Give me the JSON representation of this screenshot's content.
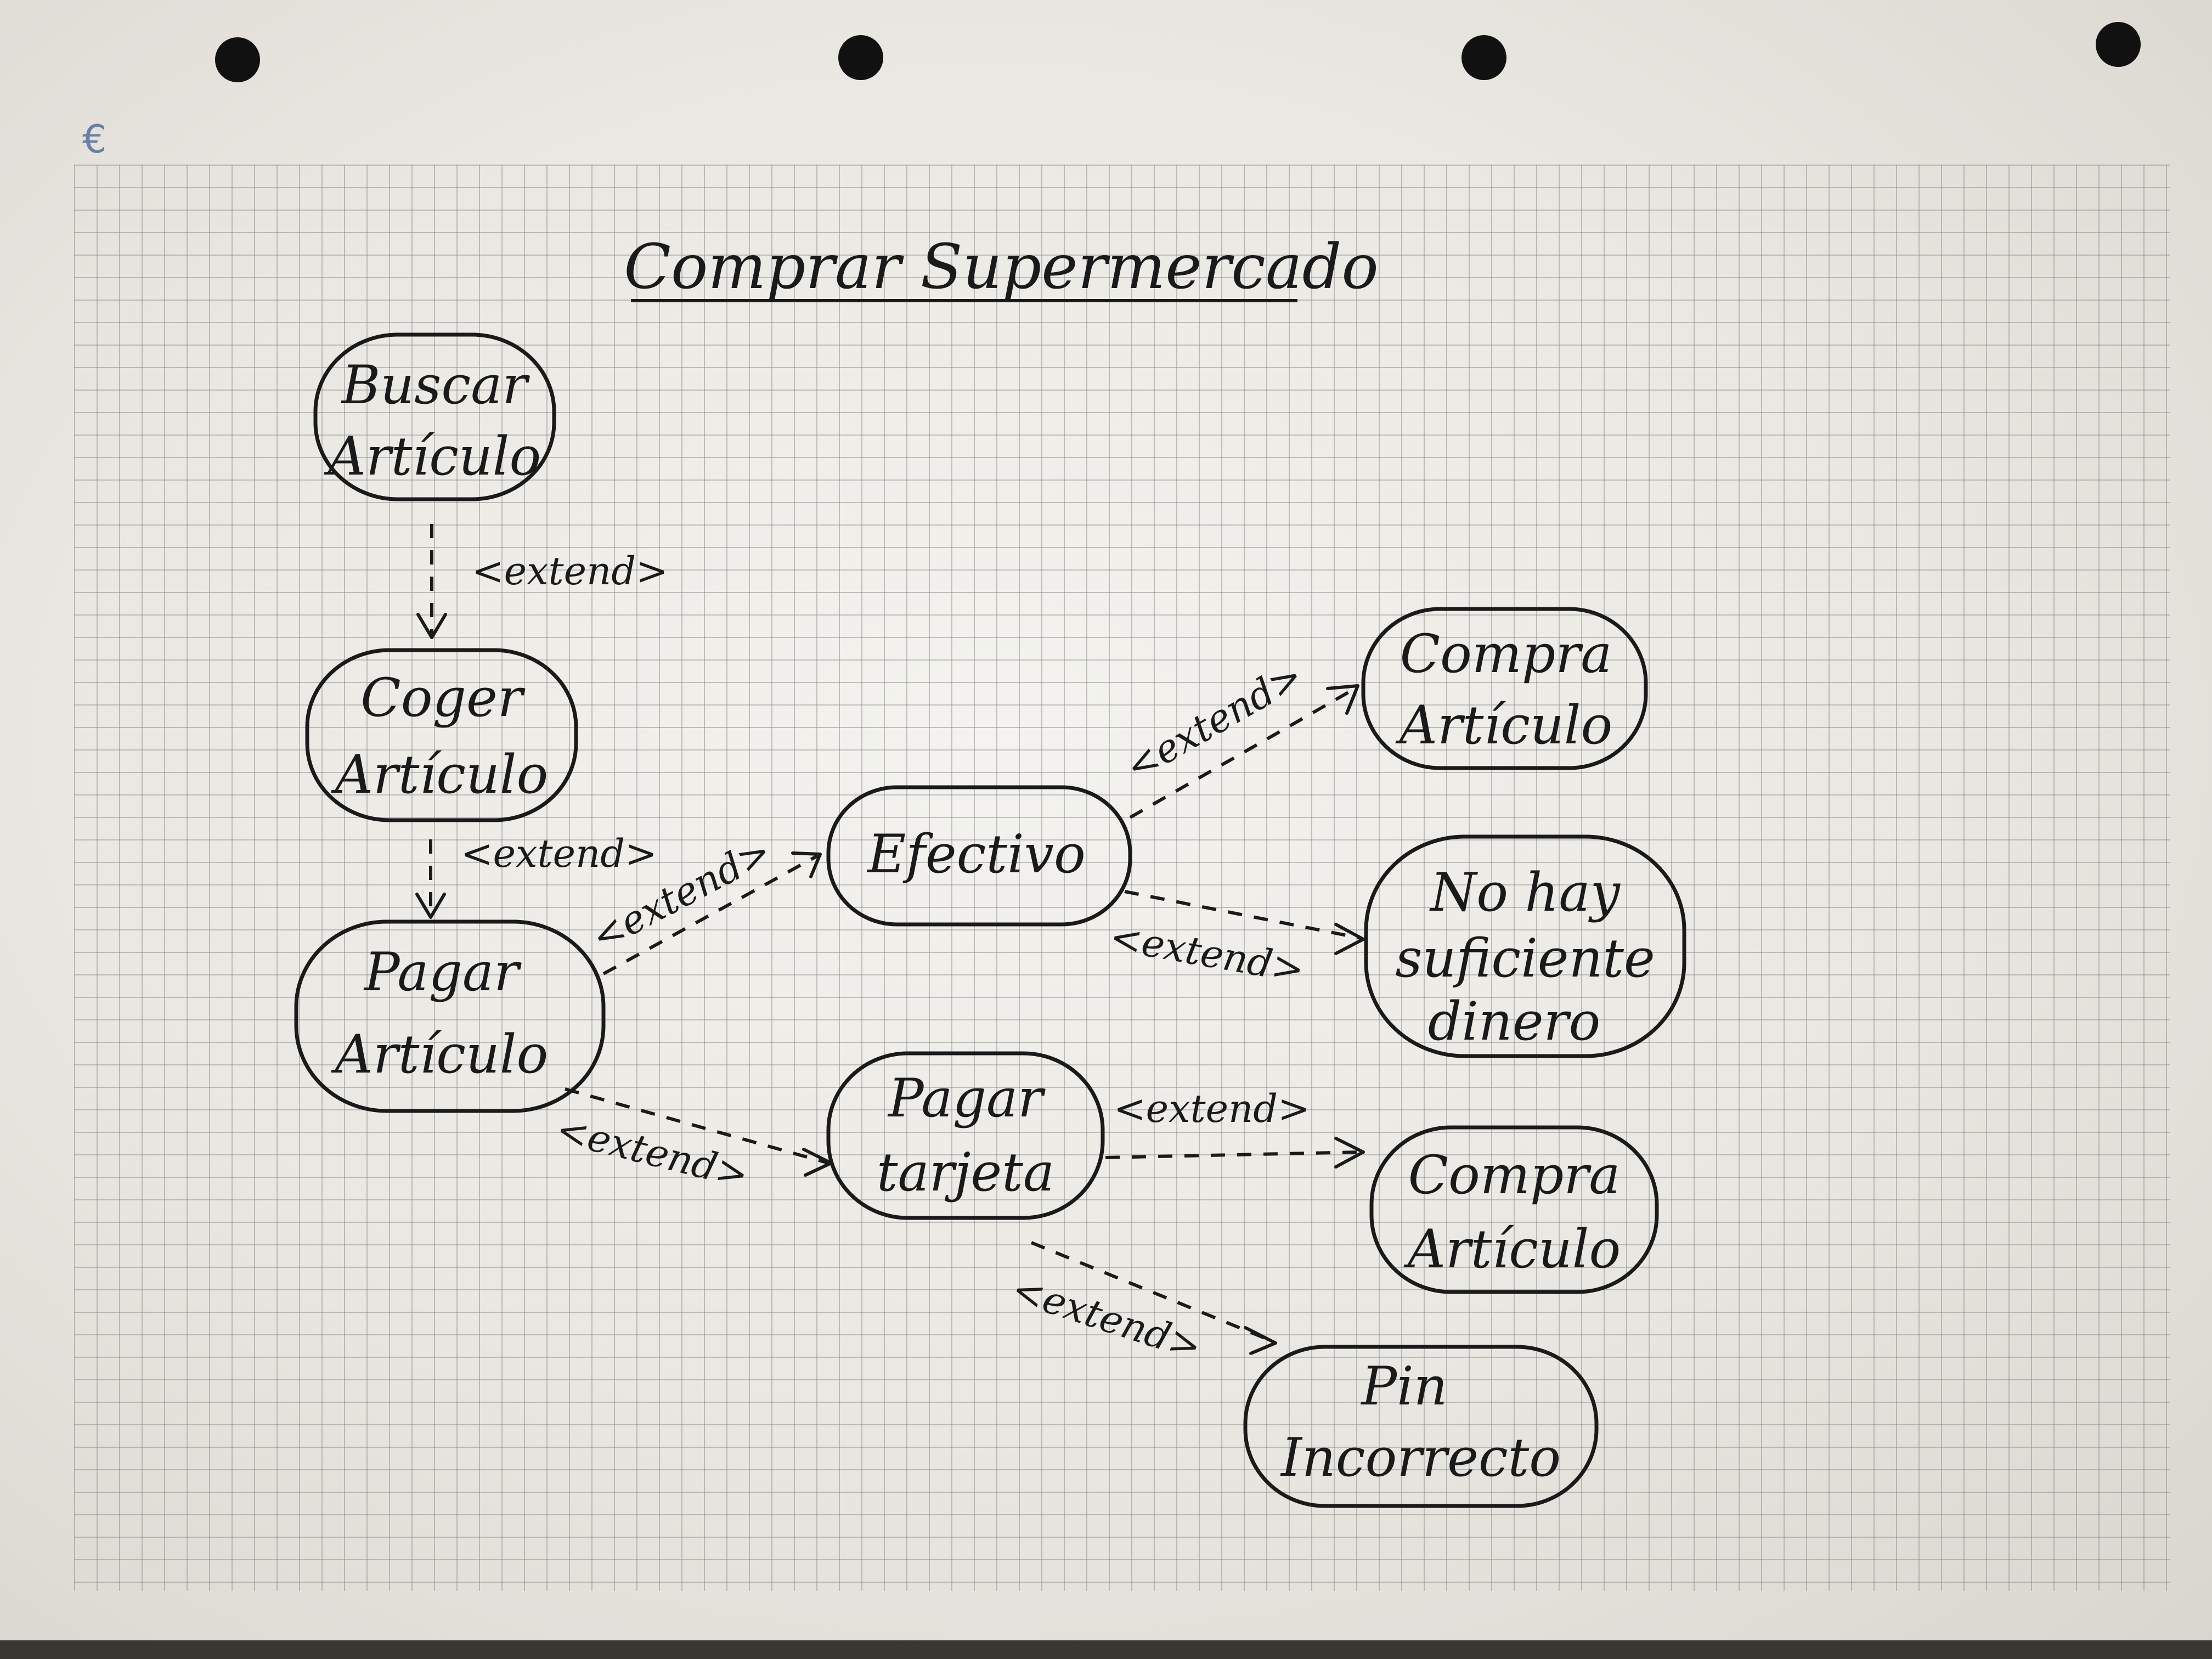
{
  "title": "Comprar Supermercado",
  "nodes": [
    {
      "id": "buscar",
      "lines": [
        "Buscar",
        "Artículo"
      ]
    },
    {
      "id": "coger",
      "lines": [
        "Coger",
        "Artículo"
      ]
    },
    {
      "id": "pagar",
      "lines": [
        "Pagar",
        "Artículo"
      ]
    },
    {
      "id": "efectivo",
      "lines": [
        "Efectivo"
      ]
    },
    {
      "id": "tarjeta",
      "lines": [
        "Pagar",
        "tarjeta"
      ]
    },
    {
      "id": "compra1",
      "lines": [
        "Compra",
        "Artículo"
      ]
    },
    {
      "id": "nohay",
      "lines": [
        "No hay",
        "suficiente",
        "dinero"
      ]
    },
    {
      "id": "compra2",
      "lines": [
        "Compra",
        "Artículo"
      ]
    },
    {
      "id": "pin",
      "lines": [
        "Pin",
        "Incorrecto"
      ]
    }
  ],
  "edges": [
    {
      "id": "buscar-coger",
      "label": "<extend>"
    },
    {
      "id": "coger-pagar",
      "label": "<extend>"
    },
    {
      "id": "pagar-efectivo",
      "label": "<extend>"
    },
    {
      "id": "pagar-tarjeta",
      "label": "<extend>"
    },
    {
      "id": "efectivo-compra1",
      "label": "<extend>"
    },
    {
      "id": "efectivo-nohay",
      "label": "<extend>"
    },
    {
      "id": "tarjeta-compra2",
      "label": "<extend>"
    },
    {
      "id": "tarjeta-pin",
      "label": "<extend>"
    }
  ],
  "colors": {
    "ink": "#1a1a1a",
    "paper": "#f1f0ec",
    "grid": "#9a9a9a"
  }
}
